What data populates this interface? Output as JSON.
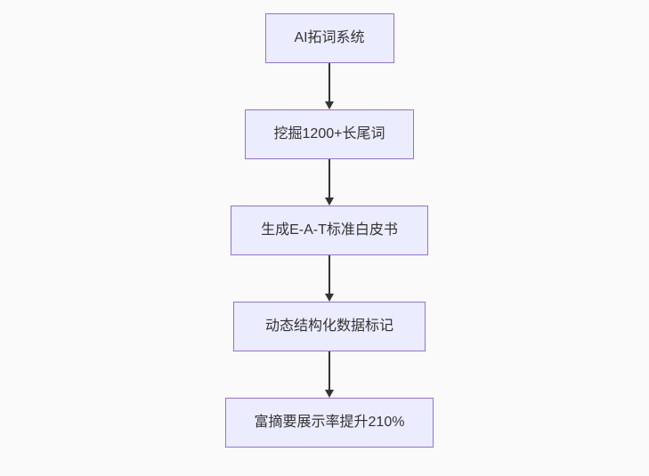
{
  "diagram": {
    "type": "flowchart",
    "direction": "top-down",
    "nodes": [
      {
        "label": "AI拓词系统"
      },
      {
        "label": "挖掘1200+长尾词"
      },
      {
        "label": "生成E-A-T标准白皮书"
      },
      {
        "label": "动态结构化数据标记"
      },
      {
        "label": "富摘要展示率提升210%"
      }
    ],
    "edges": [
      {
        "from": 0,
        "to": 1,
        "style": "arrow-down"
      },
      {
        "from": 1,
        "to": 2,
        "style": "arrow-down"
      },
      {
        "from": 2,
        "to": 3,
        "style": "arrow-down"
      },
      {
        "from": 3,
        "to": 4,
        "style": "arrow-down"
      }
    ],
    "colors": {
      "node_fill": "#ececff",
      "node_border": "#9370db",
      "node_text": "#333333",
      "edge": "#333333",
      "background": "#fafafa"
    }
  }
}
